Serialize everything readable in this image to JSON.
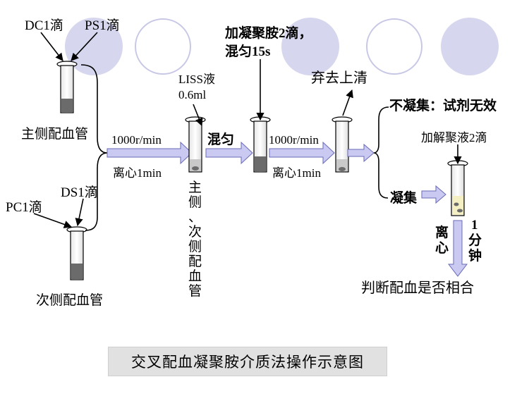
{
  "colors": {
    "circle_fill": "#d6d6ee",
    "circle_outline": "#c8c8e6",
    "arrow_fill": "#c9c9f2",
    "arrow_stroke": "#6a6ab6",
    "pellet": "#6b6b6b",
    "cream": "#f5f0c4",
    "title_bg": "#e1e1e1"
  },
  "labels": {
    "dc1": "DC1滴",
    "ps1": "PS1滴",
    "main_tube": "主侧配血管",
    "pc1": "PC1滴",
    "ds1": "DS1滴",
    "minor_tube": "次侧配血管",
    "speed1": "1000r/min",
    "time1": "离心1min",
    "liss_line1": "LISS液",
    "liss_line2": "0.6ml",
    "combined_vertical": [
      "主",
      "侧",
      "、",
      "次",
      "侧",
      "配",
      "血",
      "管"
    ],
    "mix": "混匀",
    "polybrene_line1": "加凝聚胺2滴，",
    "polybrene_line2": "混匀15s",
    "speed2": "1000r/min",
    "time2": "离心1min",
    "discard": "弃去上清",
    "no_agglutination": "不凝集：试剂无效",
    "resolve": "加解聚液2滴",
    "agglutination": "凝集",
    "centrifuge_vertical": [
      "离",
      "心"
    ],
    "minute_vertical": [
      "1",
      "分",
      "钟"
    ],
    "judge": "判断配血是否相合"
  },
  "title": "交叉配血凝聚胺介质法操作示意图"
}
